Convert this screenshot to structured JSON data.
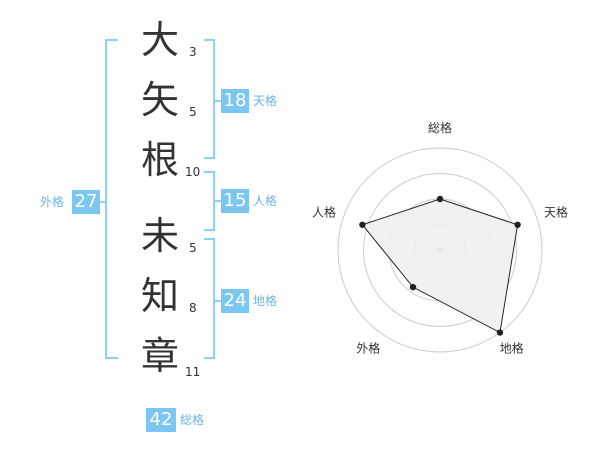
{
  "name": {
    "characters": [
      {
        "char": "大",
        "strokes": "3"
      },
      {
        "char": "矢",
        "strokes": "5"
      },
      {
        "char": "根",
        "strokes": "10"
      },
      {
        "char": "未",
        "strokes": "5"
      },
      {
        "char": "知",
        "strokes": "8"
      },
      {
        "char": "章",
        "strokes": "11"
      }
    ]
  },
  "kakusu": {
    "tenkaku": {
      "value": "18",
      "label": "天格"
    },
    "jinkaku": {
      "value": "15",
      "label": "人格"
    },
    "chikaku": {
      "value": "24",
      "label": "地格"
    },
    "gaikaku": {
      "value": "27",
      "label": "外格"
    },
    "soukaku": {
      "value": "42",
      "label": "総格"
    }
  },
  "colors": {
    "bracket": "#8fd0f5",
    "badge": "#7cc7f2",
    "label_text": "#6ab4e6",
    "radar_ring": "#cccccc",
    "radar_fill": "#eeeeee",
    "radar_line": "#222222"
  },
  "chart_data": {
    "type": "radar",
    "axes": [
      "総格",
      "天格",
      "地格",
      "外格",
      "人格"
    ],
    "values": [
      0.5,
      0.8,
      1.0,
      0.45,
      0.8
    ],
    "rings": 4,
    "range": [
      0,
      1
    ]
  }
}
